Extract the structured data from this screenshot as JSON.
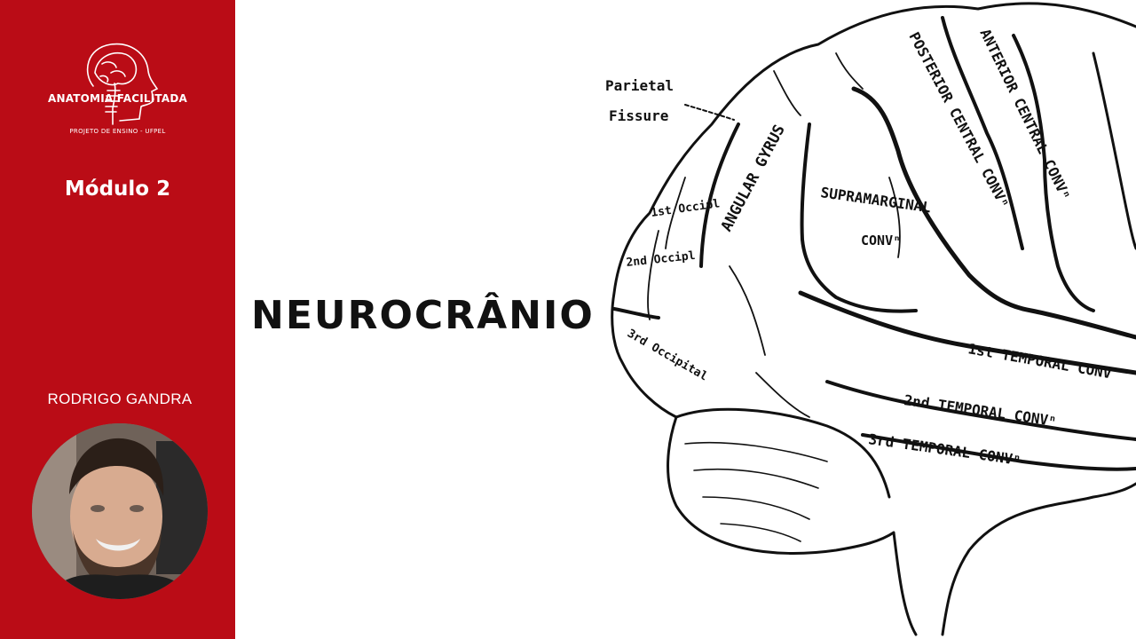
{
  "sidebar": {
    "logo_title": "ANATOMIA FACILITADA",
    "logo_subtitle": "PROJETO DE ENSINO - UFPEL",
    "module": "Módulo 2",
    "author": "RODRIGO GANDRA",
    "accent_color": "#ba0c16",
    "logo_icon": "head-brain-icon"
  },
  "main": {
    "title": "NEUROCRÂNIO"
  },
  "illustration": {
    "labels": {
      "parietal": "Parietal",
      "fissure": "Fissure",
      "angular_gyrus": "ANGULAR GYRUS",
      "supramarginal": "SUPRAMARGINAL",
      "conv": "CONVⁿ",
      "posterior_central": "POSTERIOR CENTRAL CONVⁿ",
      "anterior_central": "ANTERIOR CENTRAL CONVⁿ",
      "occip_1": "1st Occipl",
      "occip_2": "2nd Occipl",
      "occip_3": "3rd Occipital",
      "temporal_1": "1st TEMPORAL CONV",
      "temporal_2": "2nd TEMPORAL CONVⁿ",
      "temporal_3": "3rd TEMPORAL CONVⁿ"
    }
  }
}
